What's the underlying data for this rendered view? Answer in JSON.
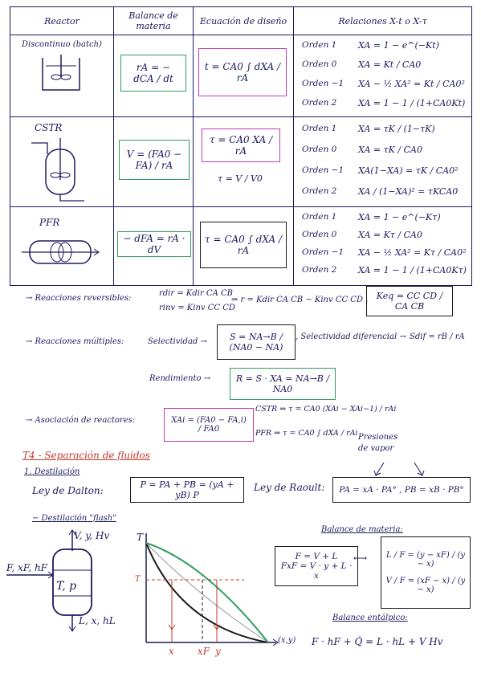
{
  "table": {
    "headers": [
      "Reactor",
      "Balance de materia",
      "Ecuación de diseño",
      "Relaciones X-t o X-τ"
    ],
    "rows": [
      {
        "reactor": "Discontinuo (batch)",
        "balance": "rA = − dCA / dt",
        "design": "t = CA0 ∫ dXA / rA",
        "relations": [
          {
            "order": "Orden 1",
            "eq": "XA = 1 − e^(−Kt)"
          },
          {
            "order": "Orden 0",
            "eq": "XA = Kt / CA0"
          },
          {
            "order": "Orden −1",
            "eq": "XA − ½ XA² = Kt / CA0²"
          },
          {
            "order": "Orden 2",
            "eq": "XA = 1 − 1 / (1+CA0Kt)"
          }
        ]
      },
      {
        "reactor": "CSTR",
        "balance": "V = (FA0 − FA) / rA",
        "design": "τ = CA0 XA / rA",
        "design2": "τ = V / V0",
        "relations": [
          {
            "order": "Orden 1",
            "eq": "XA = τK / (1−τK)"
          },
          {
            "order": "Orden 0",
            "eq": "XA = τK / CA0"
          },
          {
            "order": "Orden −1",
            "eq": "XA(1−XA) = τK / CA0²"
          },
          {
            "order": "Orden 2",
            "eq": "XA / (1−XA)² = τKCA0"
          }
        ]
      },
      {
        "reactor": "PFR",
        "balance": "− dFA = rA · dV",
        "design": "τ = CA0 ∫ dXA / rA",
        "relations": [
          {
            "order": "Orden 1",
            "eq": "XA = 1 − e^(−Kτ)"
          },
          {
            "order": "Orden 0",
            "eq": "XA = Kτ / CA0"
          },
          {
            "order": "Orden −1",
            "eq": "XA − ½ XA² = Kτ / CA0²"
          },
          {
            "order": "Orden 2",
            "eq": "XA = 1 − 1 / (1+CA0Kτ)"
          }
        ]
      }
    ]
  },
  "reversibles": {
    "label": "→ Reacciones reversibles:",
    "rdir": "rdir = Kdir CA CB",
    "rinv": "rinv = Kinv CC CD",
    "r": "⇒ r = Kdir CA CB − Kinv CC CD ,",
    "keq": "Keq = CC CD / CA CB"
  },
  "multiples": {
    "label": "→ Reacciones múltiples:",
    "selectividad": "Selectividad →",
    "s_eq": "S = NA→B / (NA0 − NA)",
    "sel_dif": ", Selectividad diferencial →",
    "sdif_eq": "Sdif = rB / rA"
  },
  "rendimiento": {
    "label": "Rendimiento →",
    "eq": "R = S · XA = NA→B / NA0"
  },
  "asociacion": {
    "label": "→ Asociación de reactores:",
    "xai": "XAi = (FA0 − FA,i) / FA0",
    "cstr": "CSTR ⇒ τ = CA0 (XAi − XAi−1) / rAi",
    "pfr": "PFR ⇒ τ = CA0 ∫ dXA / rAi",
    "presiones": "Presiones de vapor"
  },
  "t4": {
    "title": "T4 - Separación de fluidos",
    "dest": "1. Destilación",
    "dalton_label": "Ley de Dalton:",
    "dalton_eq": "P = PA + PB = (yA + yB) P",
    "raoult_label": "Ley de Raoult:",
    "raoult_eq": "PA = xA · PA° , PB = xB · PB°",
    "flash": "− Destilación \"flash\"",
    "vapor": "V, y, Hv",
    "feed": "F, xF, hF",
    "tp": "T, p",
    "liquid": "L, x, hL",
    "axis_t": "T",
    "axis_t2": "T",
    "axis_x": "x",
    "axis_xf": "xF",
    "axis_y": "y",
    "axis_xy": "(x,y)",
    "bal_mat": "Balance de materia:",
    "bal1": "F = V + L",
    "bal2": "FxF = V · y + L · x",
    "ratio1": "L / F = (y − xF) / (y − x)",
    "ratio2": "V / F = (xF − x) / (y − x)",
    "bal_ent": "Balance entálpico:",
    "bal_ent_eq": "F · hF + Q̇ = L · hL + V Hv"
  }
}
